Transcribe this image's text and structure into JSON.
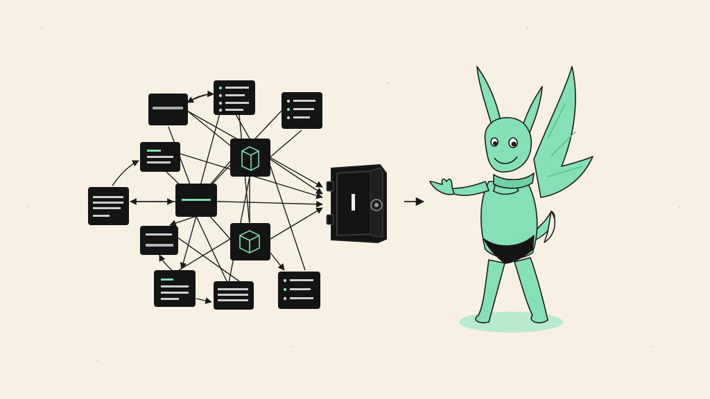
{
  "colors": {
    "background": "#f7f1e3",
    "card": "#141414",
    "accent": "#7fdcb0",
    "creature": "#86e0b5",
    "creature_shadow": "#5fbf92",
    "outline": "#1b1b1b",
    "glow": "#a8e9c8"
  },
  "diagram": {
    "cards": [
      {
        "id": "card-1",
        "kind": "text"
      },
      {
        "id": "card-2",
        "kind": "list"
      },
      {
        "id": "card-3",
        "kind": "list"
      },
      {
        "id": "card-4",
        "kind": "text"
      },
      {
        "id": "card-5",
        "kind": "text"
      },
      {
        "id": "card-6",
        "kind": "hub"
      },
      {
        "id": "card-7",
        "kind": "cube"
      },
      {
        "id": "card-8",
        "kind": "text"
      },
      {
        "id": "card-9",
        "kind": "cube"
      },
      {
        "id": "card-10",
        "kind": "text"
      },
      {
        "id": "card-11",
        "kind": "text"
      },
      {
        "id": "card-12",
        "kind": "list"
      }
    ],
    "vault_icon": "safe-icon",
    "arrow_icon": "right-arrow-icon",
    "mascot_icon": "winged-creature-icon"
  }
}
